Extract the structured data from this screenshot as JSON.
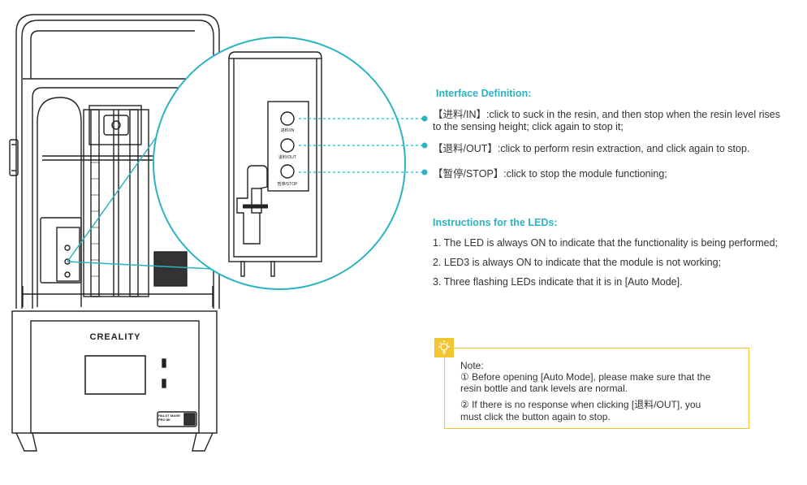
{
  "printer": {
    "brand": "CREALITY",
    "model_badge": "HALOT MAGE PRO 8K"
  },
  "module_buttons": {
    "in_label": "进料/IN",
    "out_label": "退料/OUT",
    "stop_label": "暂停/STOP"
  },
  "interface": {
    "heading": "Interface Definition:",
    "items": [
      "【进料/IN】:click to suck in the resin, and then stop when the resin level rises",
      "to the sensing height; click again to stop it;",
      "【退料/OUT】:click to perform resin extraction, and click again to stop.",
      "【暂停/STOP】:click to stop the module functioning;"
    ]
  },
  "leds": {
    "heading": "Instructions for the LEDs:",
    "items": [
      "1. The LED is always ON to indicate that the functionality is being performed;",
      "2. LED3 is always ON to indicate that the module is not working;",
      "3. Three flashing LEDs indicate that it is in [Auto Mode]."
    ]
  },
  "note": {
    "title": "Note:",
    "lines": [
      "① Before opening [Auto Mode], please make sure that the",
      "resin bottle and tank levels  are normal.",
      "② If there is no response when clicking [退料/OUT], you",
      "must click the button again to stop."
    ]
  },
  "colors": {
    "accent": "#2bb3c0",
    "note_border": "#f2c531",
    "line": "#222222"
  },
  "icons": [
    "lightbulb-icon"
  ]
}
